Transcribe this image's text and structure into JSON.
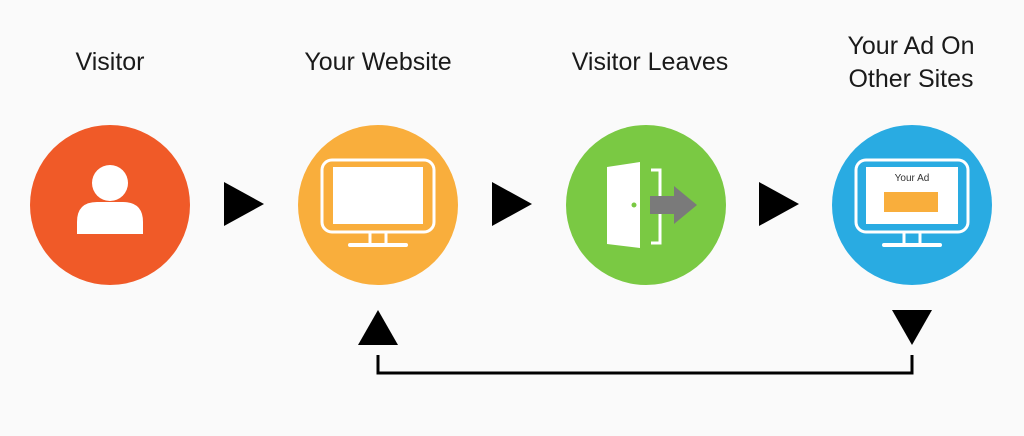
{
  "steps": [
    {
      "label": "Visitor",
      "color": "#f05a28",
      "icon": "person-icon"
    },
    {
      "label": "Your Website",
      "color": "#f9ae3c",
      "icon": "monitor-icon"
    },
    {
      "label": "Visitor Leaves",
      "color": "#7ac943",
      "icon": "door-exit-icon"
    },
    {
      "label_line1": "Your Ad On",
      "label_line2": "Other Sites",
      "ad_text": "Your Ad",
      "color": "#29abe2",
      "icon": "monitor-ad-icon"
    }
  ],
  "colors": {
    "arrow": "#000000",
    "ad_block": "#f9ae3c",
    "exit_arrow": "#7a7a7a",
    "line_art": "#ffffff"
  }
}
